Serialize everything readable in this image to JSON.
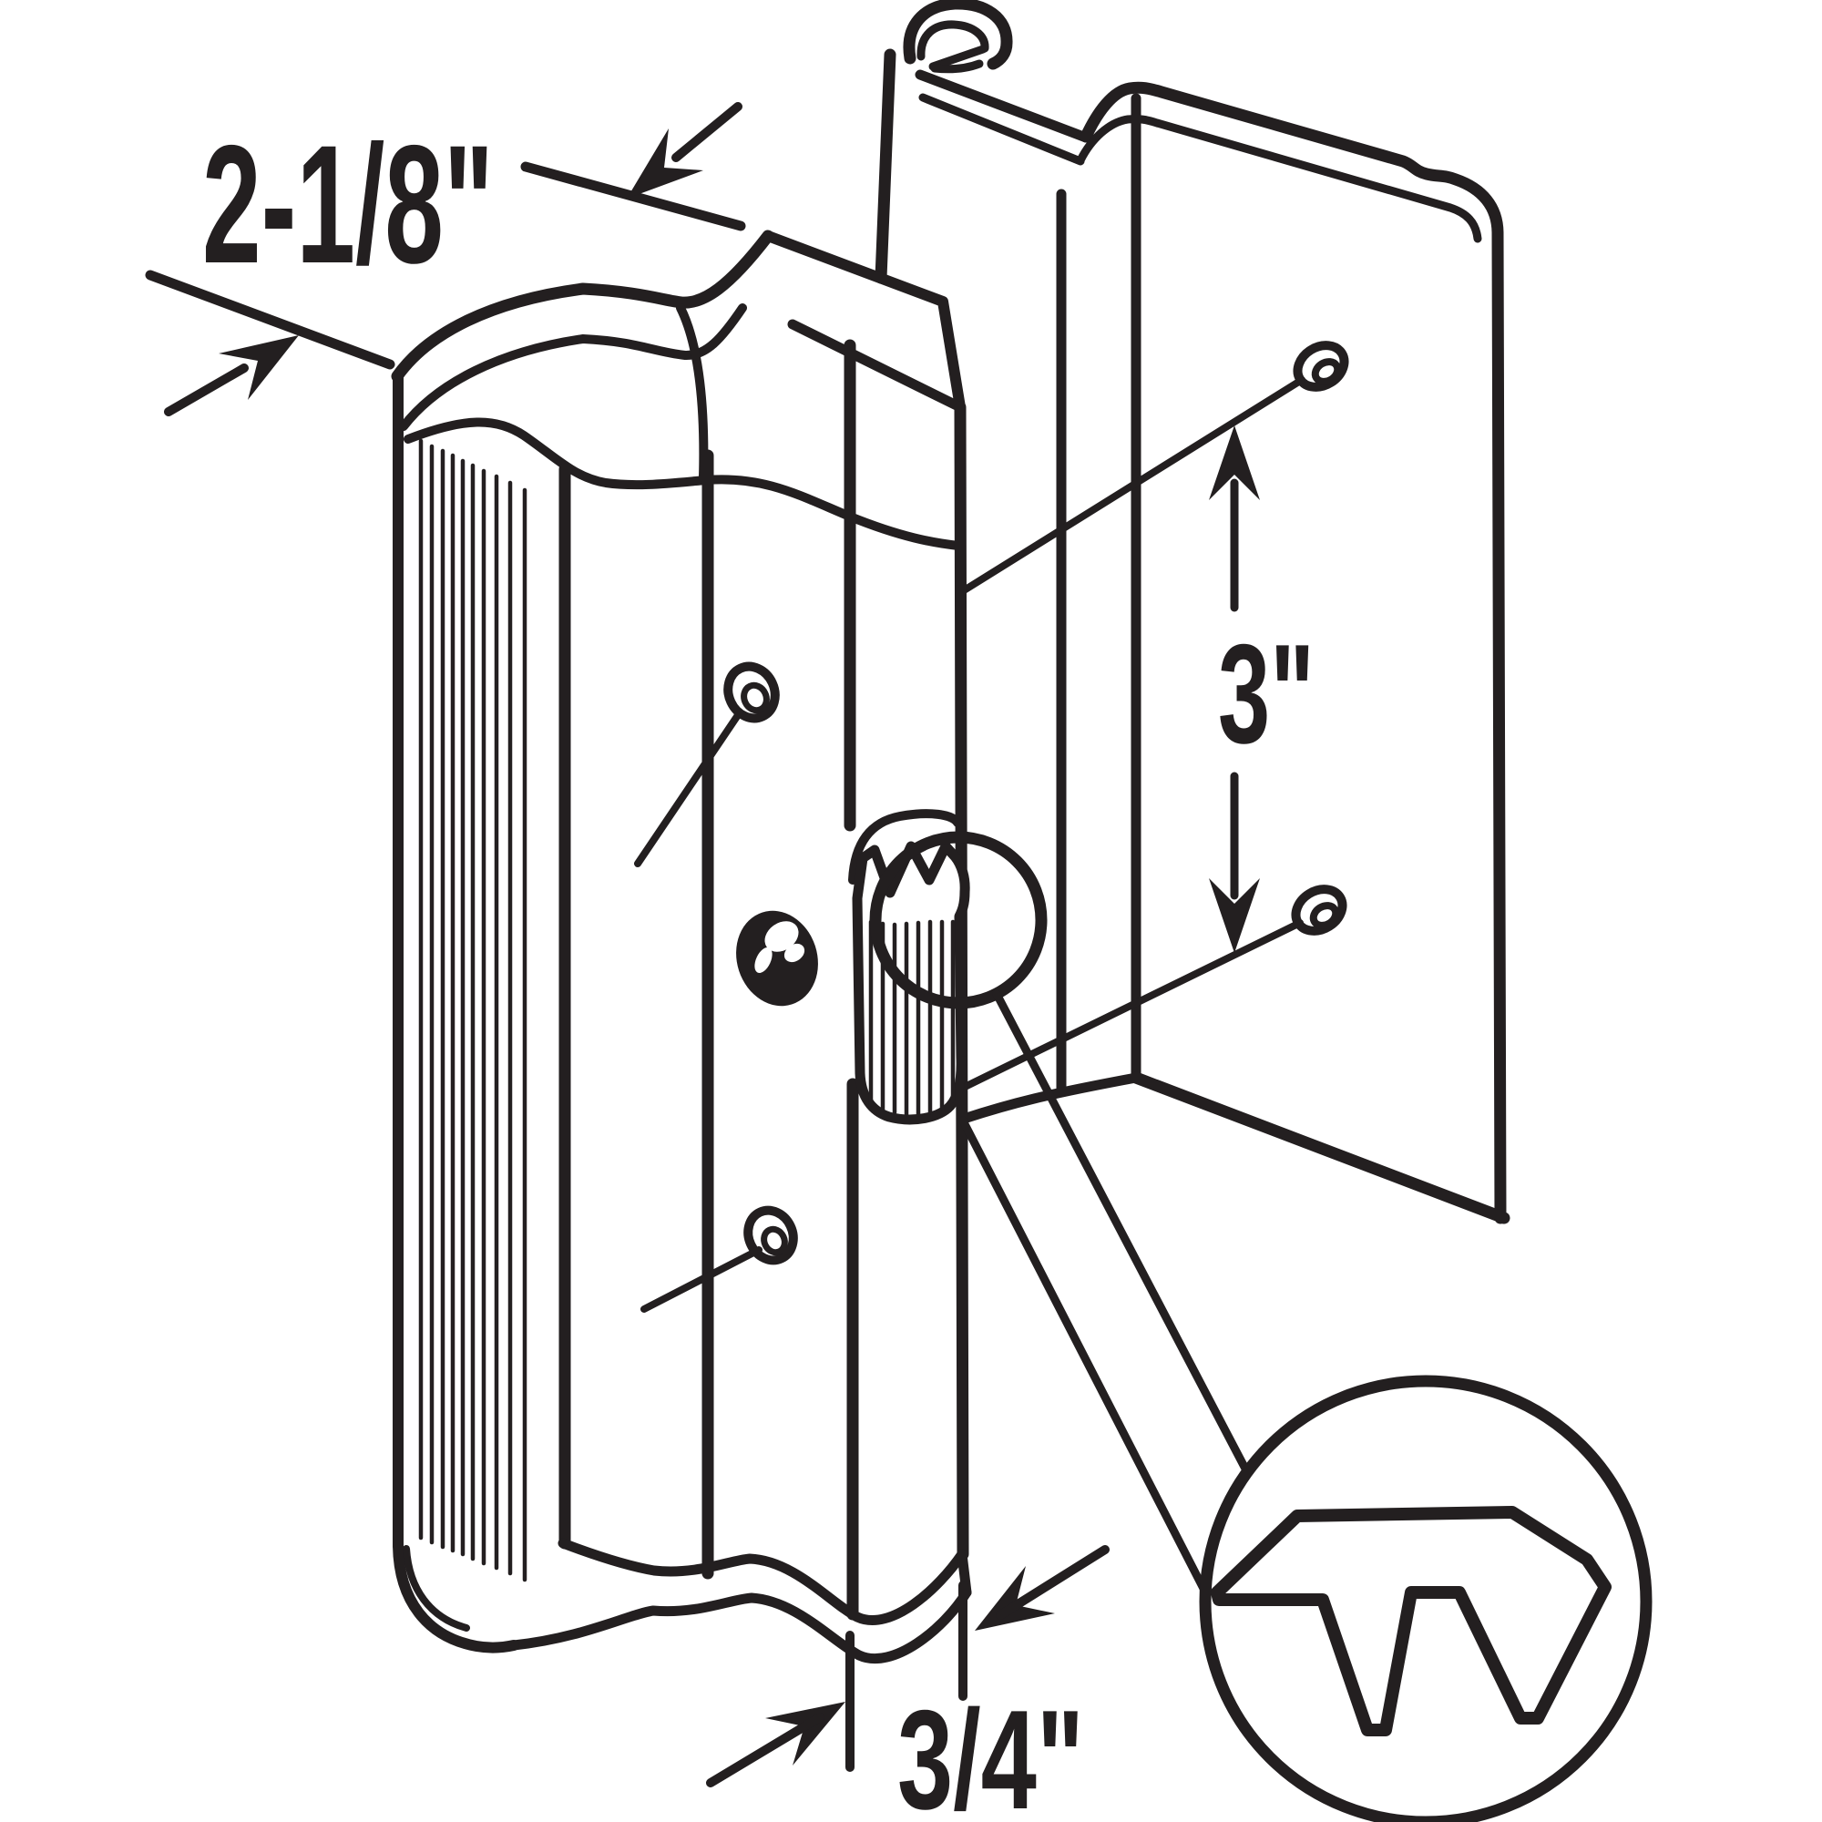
{
  "title": "Sliding door handle set installation diagram",
  "colors": {
    "ink": "#231f20",
    "background": "#ffffff"
  },
  "dimensions": {
    "handle_depth_label": "2-1/8\"",
    "screw_spacing_label": "3\"",
    "hook_width_label": "3/4\""
  },
  "parts": {
    "pull_handle": "ribbed interior pull handle",
    "outside_plate": "outside hook plate",
    "latch_hook": "serrated latch hook",
    "detail_view": "latch hook profile detail",
    "screw_holes": [
      "handle upper screw hole",
      "handle lower screw hole",
      "plate upper screw hole",
      "plate lower screw hole"
    ],
    "thumb_slot": "thumb latch slot"
  }
}
